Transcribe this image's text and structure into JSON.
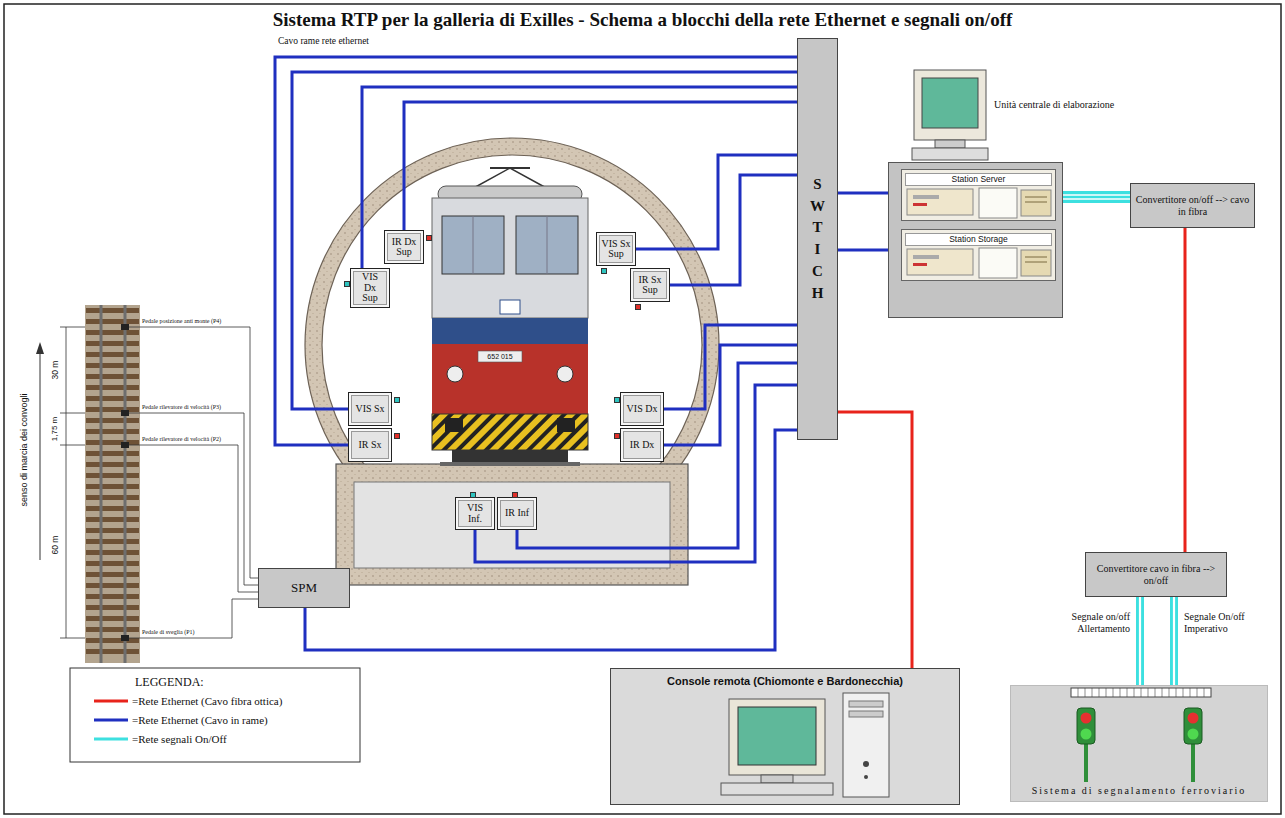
{
  "diagram": {
    "title": "Sistema RTP per la galleria di Exilles - Schema a blocchi della rete Ethernet e segnali on/off",
    "nodes": [
      {
        "text": [
          "IR Dx Sup"
        ]
      },
      {
        "text": [
          "VIS Dx Sup"
        ]
      },
      {
        "text": [
          "VIS Sx Sup"
        ]
      },
      {
        "text": [
          "IR Sx Sup"
        ]
      },
      {
        "text": [
          "SWTICH"
        ]
      },
      {
        "text": [
          "Unità centrale di elaborazione"
        ]
      },
      {
        "text": [
          "Station Server"
        ],
        "in": 5
      },
      {
        "text": [
          "Station Storage"
        ],
        "in": 5
      },
      {
        "text": [
          "Convertitore on/off --> cavo in fibra"
        ]
      },
      {
        "text": [
          "VIS Sx"
        ]
      },
      {
        "text": [
          "IR Sx"
        ]
      },
      {
        "text": [
          "VIS Dx"
        ]
      },
      {
        "text": [
          "IR Dx"
        ]
      },
      {
        "text": [
          "SPM"
        ]
      },
      {
        "text": [
          "VIS Inf."
        ]
      },
      {
        "text": [
          "IR Inf"
        ]
      },
      {
        "text": [
          "Convertitore cavo in fibra --> on/off"
        ]
      },
      {
        "text": [
          "Console remota (Chiomonte e Bardonecchia)"
        ]
      },
      {
        "text": [
          "Sistema di segnalamento ferroviario"
        ]
      }
    ],
    "edges": [
      {
        "from": 0,
        "to": 4,
        "arrow": "none"
      },
      {
        "from": 1,
        "to": 4,
        "arrow": "none"
      },
      {
        "from": 2,
        "to": 4,
        "arrow": "none"
      },
      {
        "from": 3,
        "to": 4,
        "arrow": "none"
      },
      {
        "from": 4,
        "to": 6,
        "arrow": "none"
      },
      {
        "from": 4,
        "to": 7,
        "arrow": "none"
      },
      {
        "from": 5,
        "to": 8,
        "arrow": "none"
      },
      {
        "from": 9,
        "to": 4,
        "arrow": "none"
      },
      {
        "from": 10,
        "to": 4,
        "arrow": "none"
      },
      {
        "from": 11,
        "to": 4,
        "arrow": "none"
      },
      {
        "from": 12,
        "to": 4,
        "arrow": "none"
      },
      {
        "from": 13,
        "to": 4,
        "arrow": "none"
      },
      {
        "from": 14,
        "to": 4,
        "arrow": "none"
      },
      {
        "from": 15,
        "to": 4,
        "arrow": "none"
      },
      {
        "from": 4,
        "to": 17,
        "arrow": "none"
      },
      {
        "from": 8,
        "to": 16,
        "arrow": "none"
      },
      {
        "from": 16,
        "to": 18,
        "label": "Segnale on/off Allertamento",
        "arrow": "none"
      },
      {
        "from": 16,
        "to": 18,
        "label": "Segnale On/off Imperativo",
        "arrow": "none"
      }
    ],
    "labels": [
      "Cavo rame rete ethernet",
      "senso di marcia dei convogli",
      "30 m",
      "1,75 m",
      "60 m",
      "Pedale posizione anti monte (P4)",
      "Pedale rilevatore di velocità (P3)",
      "Pedale rilevatore di velocità (P2)",
      "Pedale di sveglia (P1)",
      "LEGGENDA:",
      "652 015"
    ],
    "legend": [
      {
        "text": "=Rete Ethernet (Cavo fibra ottica)"
      },
      {
        "text": "=Rete Ethernet (Cavo in rame)"
      },
      {
        "text": "=Rete segnali On/Off"
      }
    ]
  }
}
